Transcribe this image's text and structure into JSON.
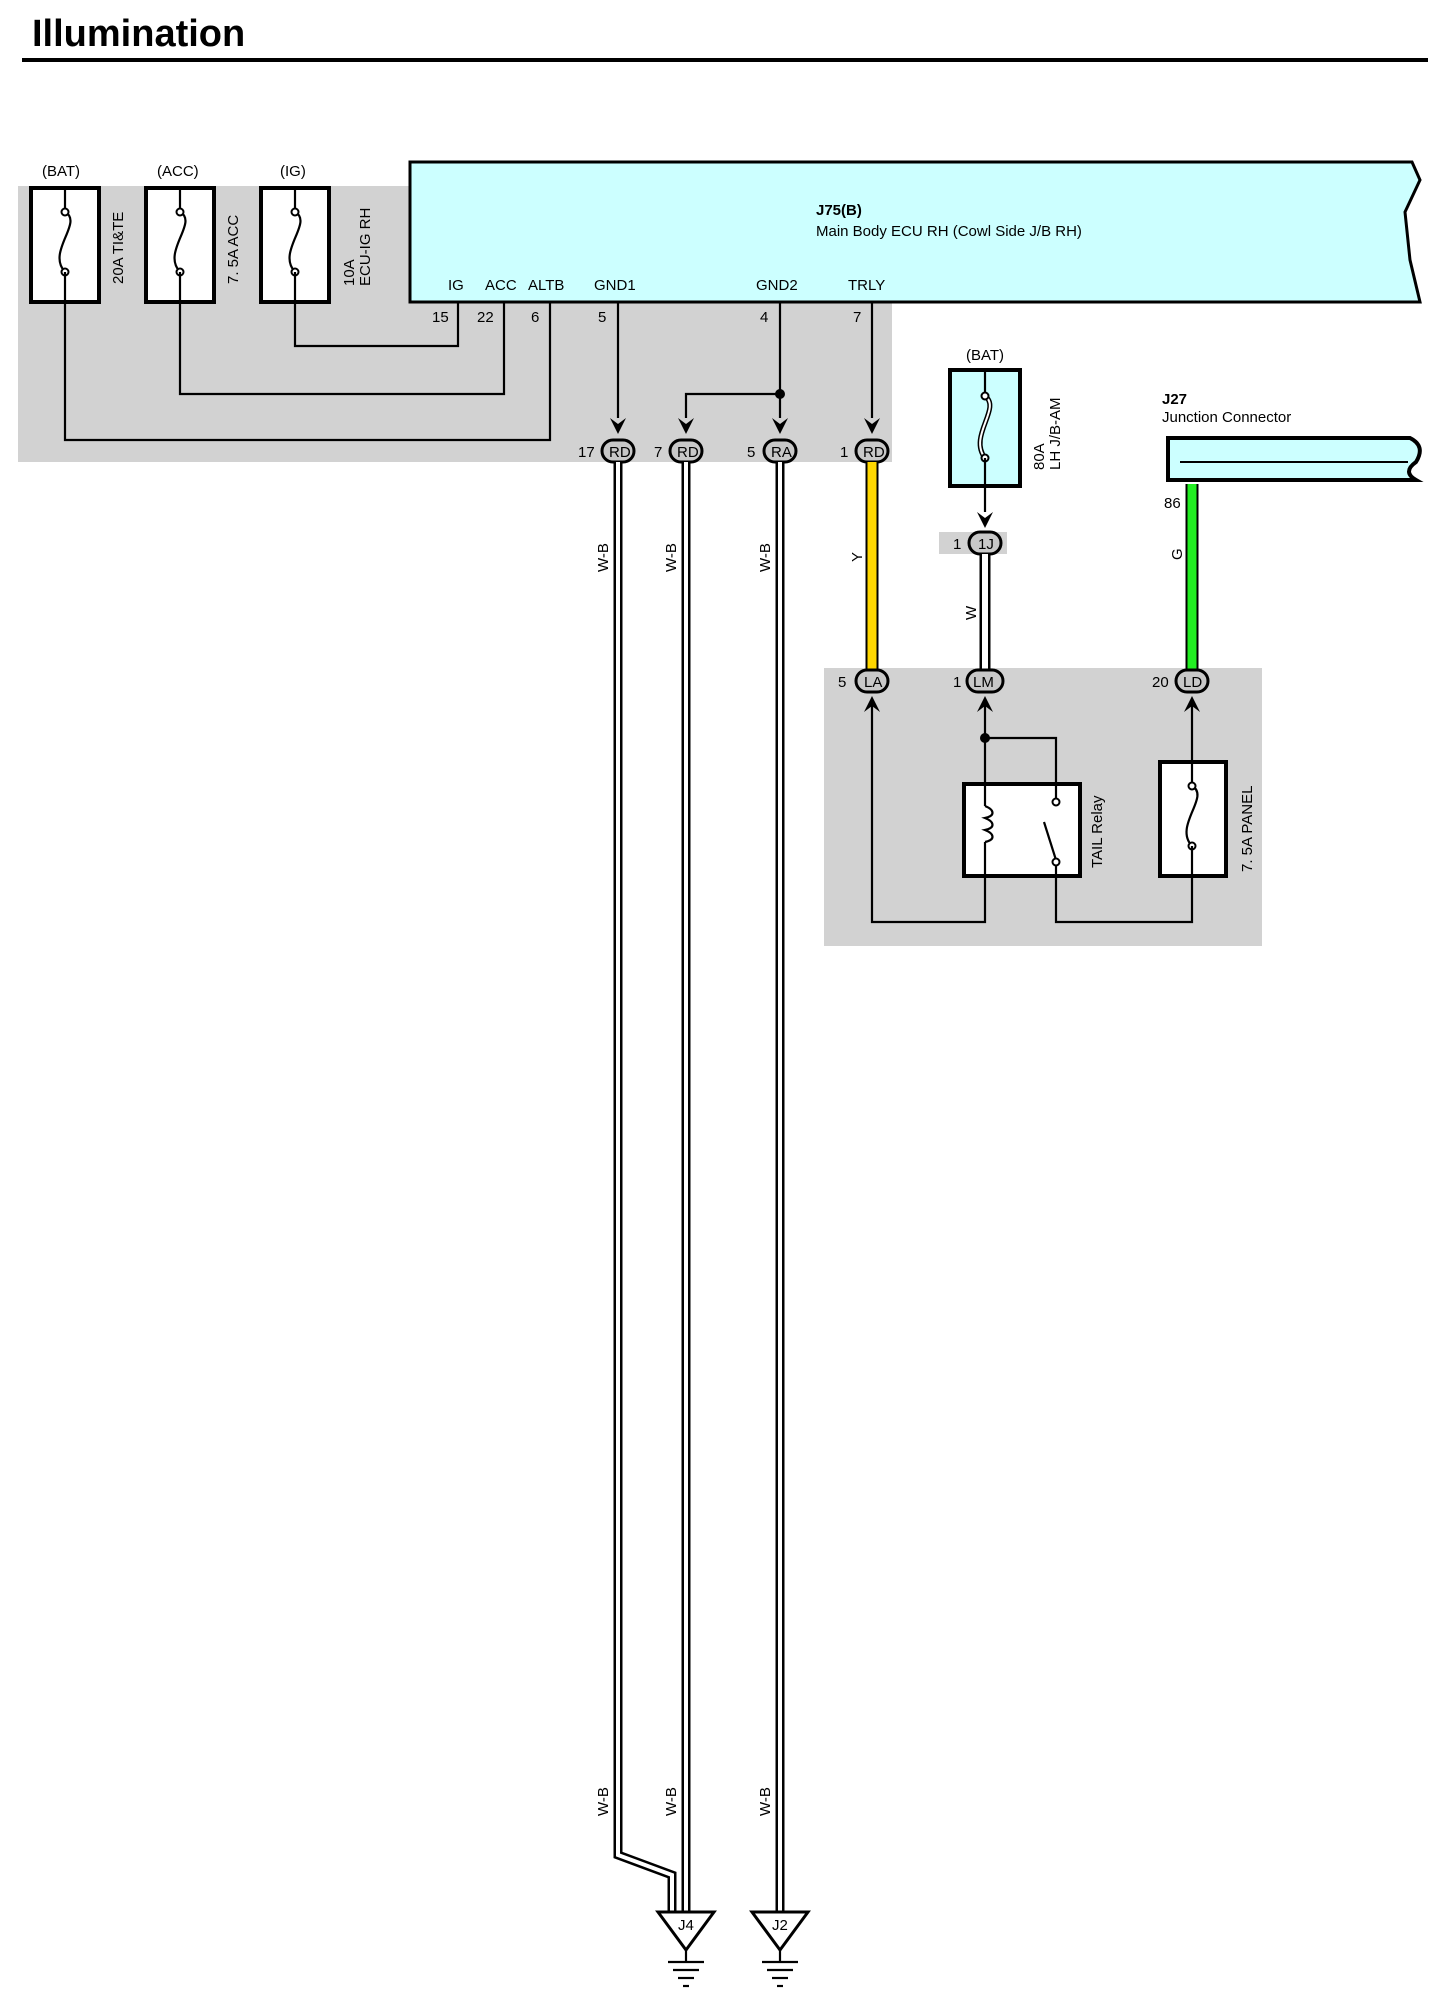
{
  "title": "Illumination",
  "ecu": {
    "id": "J75(B)",
    "name": "Main Body ECU RH (Cowl Side J/B RH)",
    "pins": [
      {
        "label": "IG",
        "num": "15"
      },
      {
        "label": "ACC",
        "num": "22"
      },
      {
        "label": "ALTB",
        "num": "6"
      },
      {
        "label": "GND1",
        "num": "5"
      },
      {
        "label": "GND2",
        "num": "4"
      },
      {
        "label": "TRLY",
        "num": "7"
      }
    ]
  },
  "fuses": [
    {
      "source": "(BAT)",
      "rating": "20A TI&TE",
      "name": ""
    },
    {
      "source": "(ACC)",
      "rating": "7. 5A ACC",
      "name": ""
    },
    {
      "source": "(IG)",
      "rating": "10A",
      "name": "ECU-IG RH"
    }
  ],
  "jb_connectors": [
    {
      "pin": "17",
      "code": "RD"
    },
    {
      "pin": "7",
      "code": "RD"
    },
    {
      "pin": "5",
      "code": "RA"
    },
    {
      "pin": "1",
      "code": "RD"
    }
  ],
  "fusible_link": {
    "source": "(BAT)",
    "rating": "80A",
    "name": "LH J/B-AM",
    "pin": "1",
    "code": "1J"
  },
  "junction": {
    "id": "J27",
    "name": "Junction Connector",
    "pin": "86"
  },
  "lower_connectors": [
    {
      "pin": "5",
      "code": "LA"
    },
    {
      "pin": "1",
      "code": "LM"
    },
    {
      "pin": "20",
      "code": "LD"
    }
  ],
  "relay": {
    "name": "TAIL Relay"
  },
  "panel_fuse": {
    "rating": "7. 5A PANEL"
  },
  "wire_colors": {
    "gnd1": "W-B",
    "gnd2_a": "W-B",
    "gnd2_b": "W-B",
    "trly": "Y",
    "link": "W",
    "junction": "G"
  },
  "grounds": [
    {
      "id": "J4"
    },
    {
      "id": "J2"
    }
  ],
  "colors": {
    "ecu_fill": "#ccffff",
    "panel_gray": "#d2d2d2",
    "wire_yellow": "#ffd700",
    "wire_green": "#22ee22"
  }
}
